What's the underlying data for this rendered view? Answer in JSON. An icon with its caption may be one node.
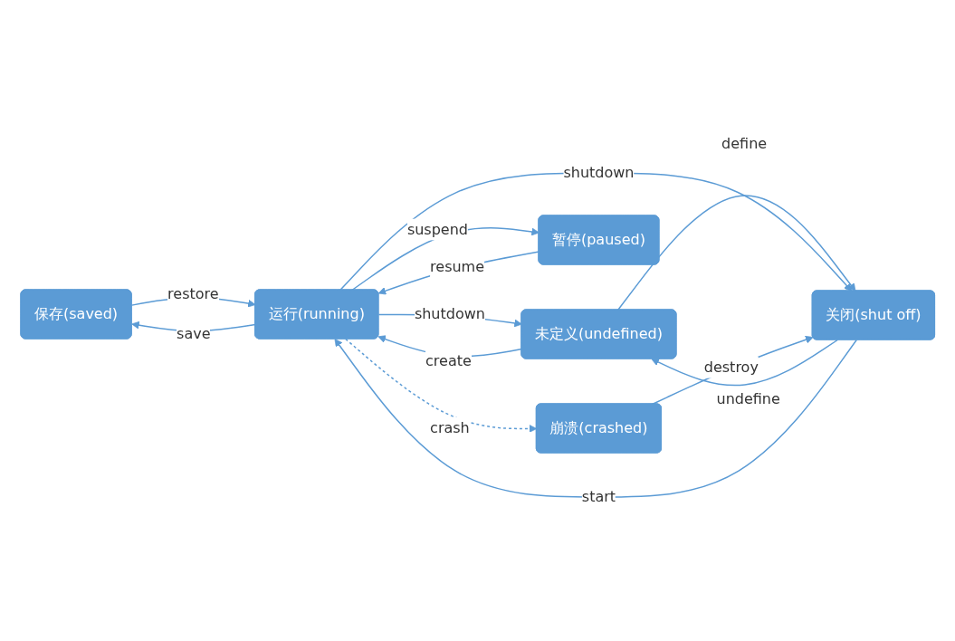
{
  "diagram": {
    "nodes": [
      {
        "text": [
          "保存(saved)"
        ]
      },
      {
        "text": [
          "未定义(undefined)"
        ]
      },
      {
        "text": [
          "运行(running)"
        ]
      },
      {
        "text": [
          "暂停(paused)"
        ]
      },
      {
        "text": [
          "关闭(shut off)"
        ]
      },
      {
        "text": [
          "崩溃(crashed)"
        ]
      }
    ],
    "edges": [
      {
        "from": 2,
        "to": 0,
        "arrow": "to",
        "label": "save"
      },
      {
        "from": 0,
        "to": 2,
        "arrow": "to",
        "label": "restore"
      },
      {
        "from": 2,
        "to": 1,
        "arrow": "to",
        "label": "shutdown"
      },
      {
        "from": 1,
        "to": 2,
        "arrow": "to",
        "label": "create"
      },
      {
        "from": 2,
        "to": 3,
        "arrow": "to",
        "label": "suspend"
      },
      {
        "from": 3,
        "to": 2,
        "arrow": "to",
        "label": "resume"
      },
      {
        "from": 1,
        "to": 4,
        "arrow": "to",
        "label": "define"
      },
      {
        "from": 4,
        "to": 1,
        "arrow": "to",
        "label": "undefine"
      },
      {
        "from": 4,
        "to": 2,
        "arrow": "to",
        "label": "start"
      },
      {
        "from": 2,
        "to": 4,
        "arrow": "to",
        "label": "shutdown"
      },
      {
        "from": 2,
        "to": 5,
        "arrow": "to",
        "label": "crash",
        "style": "dashed"
      },
      {
        "from": 5,
        "to": 4,
        "arrow": "to",
        "label": "destroy"
      }
    ]
  }
}
